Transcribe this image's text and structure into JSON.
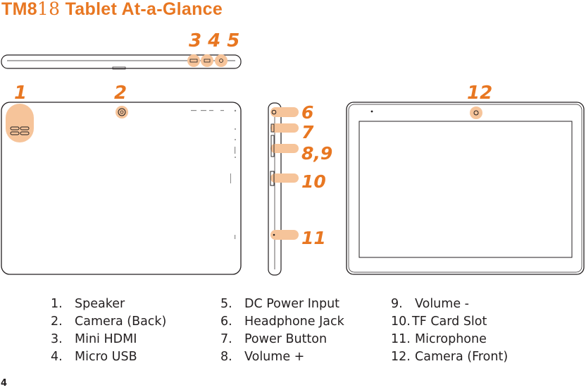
{
  "title": {
    "model_bold": "TM8",
    "model_serif": "18",
    "rest": " Tablet At-a-Glance"
  },
  "colors": {
    "accent": "#E87722",
    "highlight": "#F6C49A",
    "line": "#231f20",
    "text": "#231f20"
  },
  "callouts": [
    "3 4 5",
    "1",
    "2",
    "6",
    "7",
    "8,9",
    "10",
    "11",
    "12"
  ],
  "legend": {
    "col1": [
      {
        "num": "1.",
        "label": "Speaker"
      },
      {
        "num": "2.",
        "label": "Camera (Back)"
      },
      {
        "num": "3.",
        "label": "Mini HDMI"
      },
      {
        "num": "4.",
        "label": "Micro USB"
      }
    ],
    "col2": [
      {
        "num": "5.",
        "label": "DC Power Input"
      },
      {
        "num": "6.",
        "label": "Headphone Jack"
      },
      {
        "num": "7.",
        "label": "Power Button"
      },
      {
        "num": "8.",
        "label": "Volume +"
      }
    ],
    "col3": [
      {
        "num": "9.",
        "label": "Volume -"
      },
      {
        "num": "10.",
        "label": "TF Card Slot"
      },
      {
        "num": "11.",
        "label": "Microphone"
      },
      {
        "num": "12.",
        "label": "Camera (Front)"
      }
    ]
  },
  "page_number": "4"
}
